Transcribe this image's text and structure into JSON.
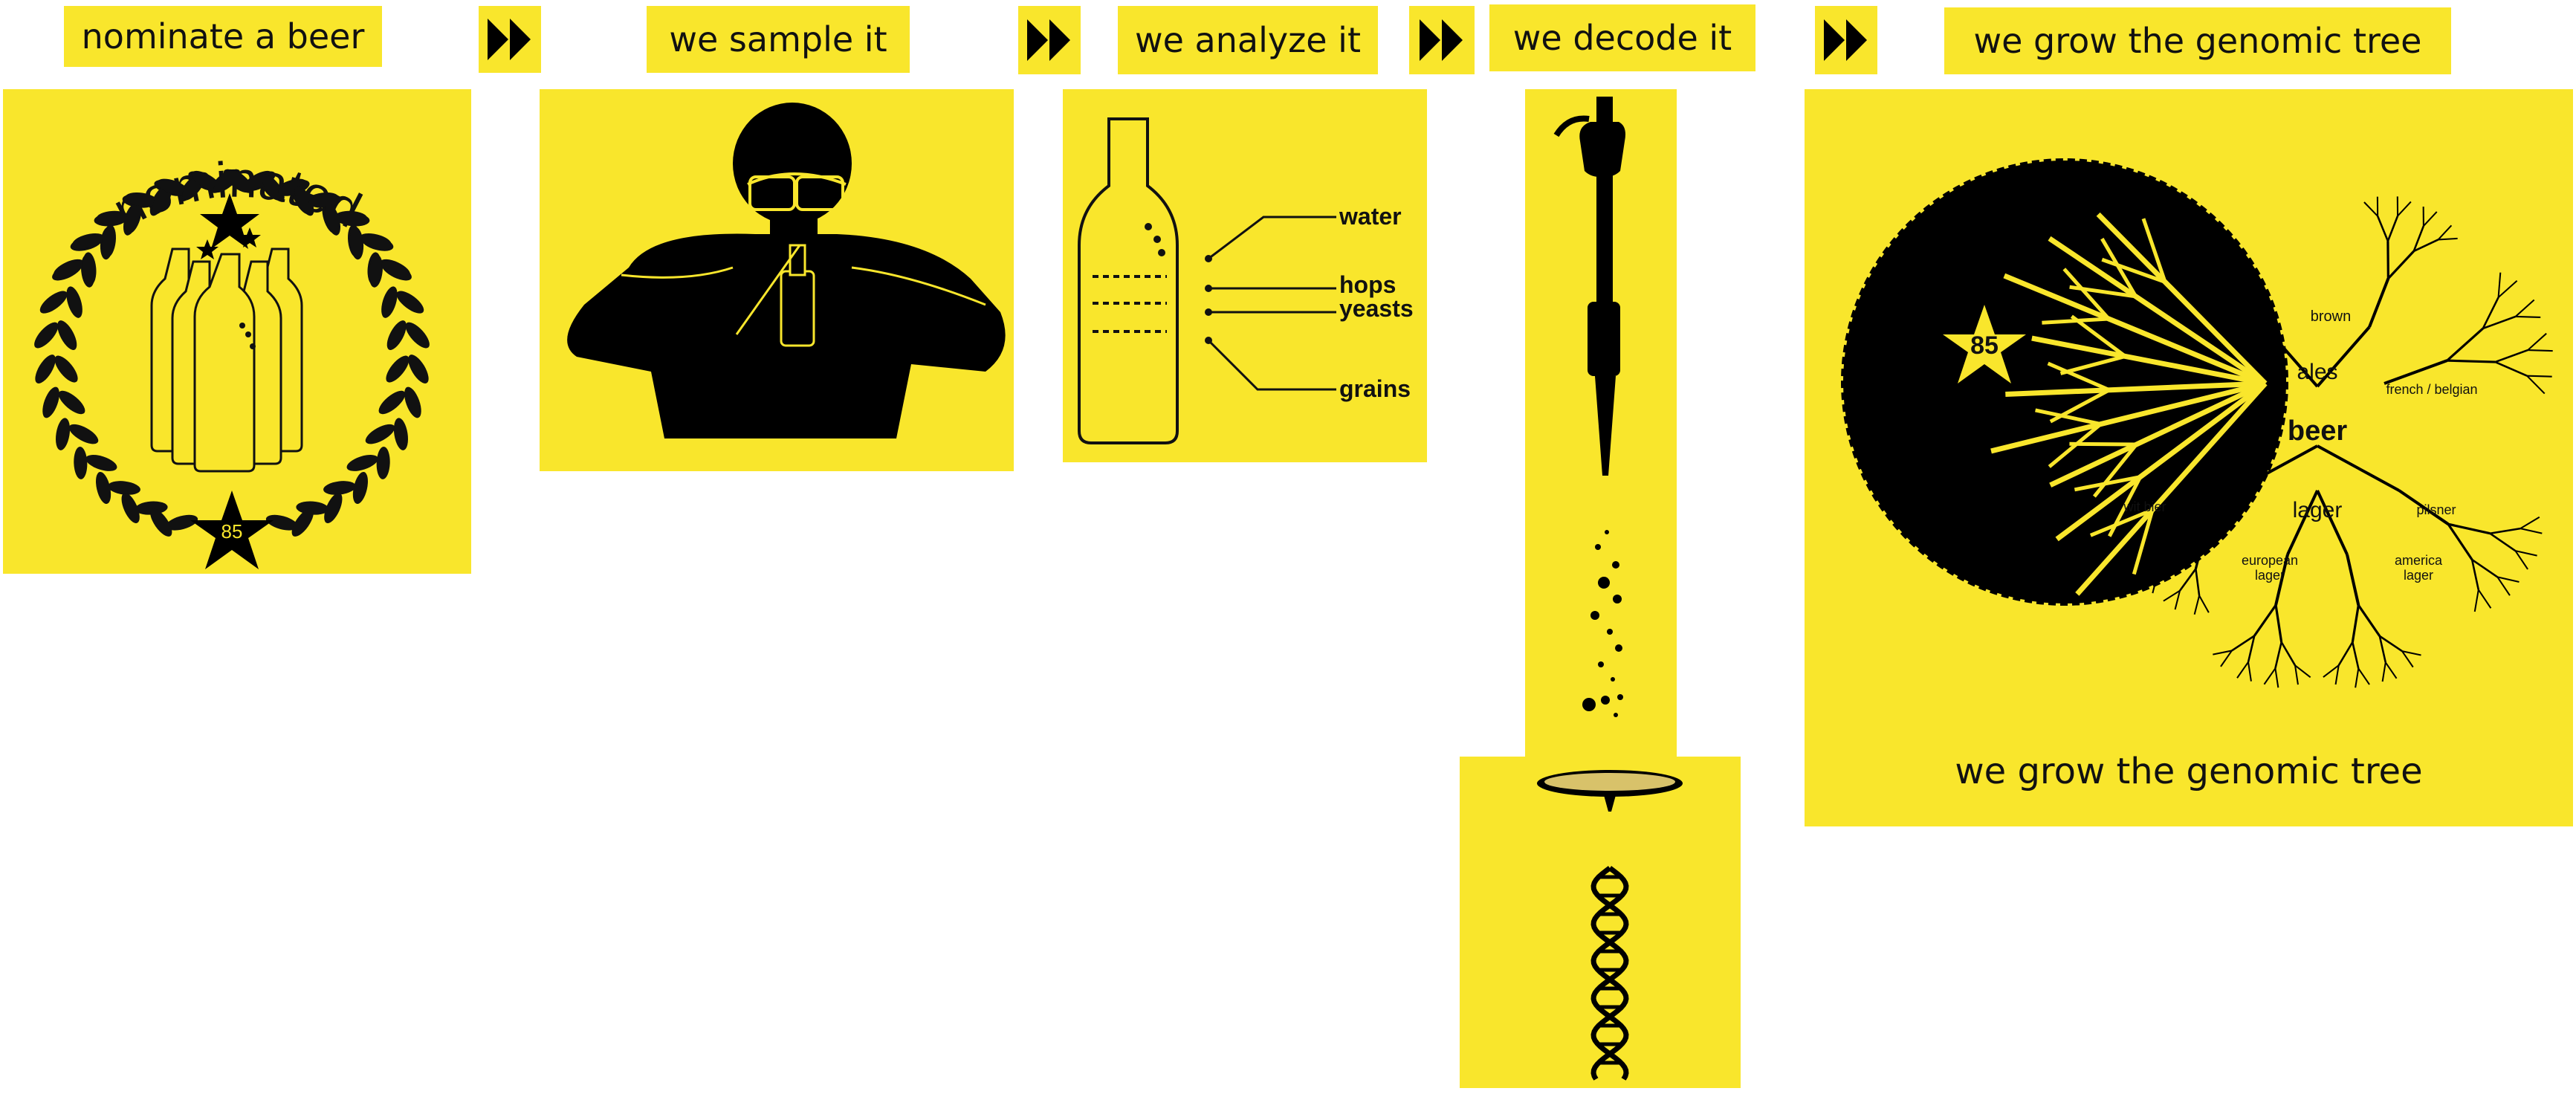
{
  "steps": [
    {
      "label": "nominate a beer"
    },
    {
      "label": "we sample it"
    },
    {
      "label": "we analyze it"
    },
    {
      "label": "we decode it"
    },
    {
      "label": "we grow the genomic tree"
    }
  ],
  "nominate": {
    "arc_text": "nominated",
    "star_number": "85"
  },
  "analyze": {
    "ingredients": [
      "water",
      "hops",
      "yeasts",
      "grains"
    ]
  },
  "tree": {
    "star_number": "85",
    "root": "beer",
    "branches": [
      "ales",
      "lager"
    ],
    "ale_styles": [
      "brown",
      "french / belgian"
    ],
    "lager_styles": [
      "wit bier",
      "european lager",
      "pilsner",
      "america lager"
    ],
    "caption": "we grow the genomic tree"
  },
  "colors": {
    "yellow": "#f9e62c",
    "black": "#000000"
  },
  "icons": [
    "fast-forward-icon",
    "laurel-wreath-icon",
    "beer-bottle-icon",
    "scientist-icon",
    "pipette-icon",
    "dna-icon",
    "star-icon"
  ]
}
